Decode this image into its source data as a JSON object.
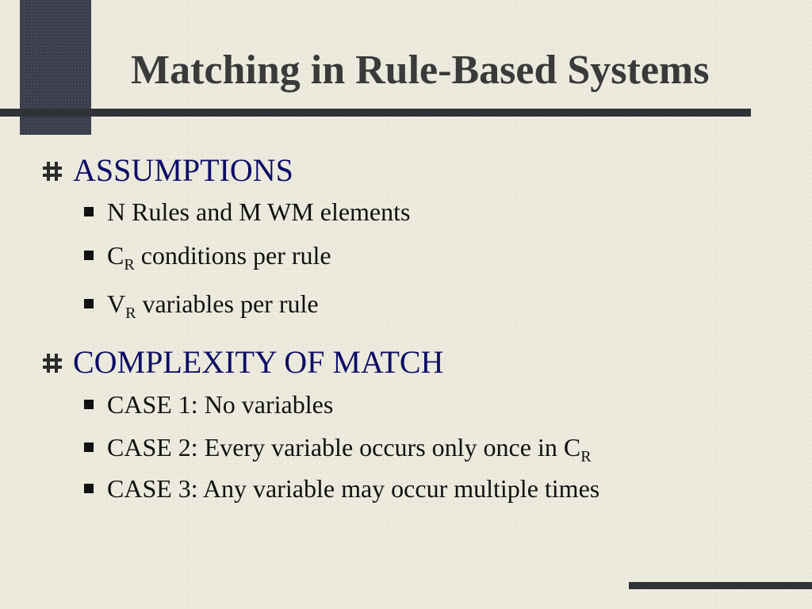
{
  "slide": {
    "title": "Matching in Rule-Based Systems",
    "sections": [
      {
        "heading": "ASSUMPTIONS",
        "items": [
          {
            "text": "N Rules and M WM elements",
            "sub": "",
            "after": ""
          },
          {
            "text": "C",
            "sub": "R",
            "after": " conditions per rule"
          },
          {
            "text": "V",
            "sub": "R",
            "after": " variables per rule"
          }
        ]
      },
      {
        "heading": "COMPLEXITY OF MATCH",
        "items": [
          {
            "text": "CASE 1: No variables",
            "sub": "",
            "after": ""
          },
          {
            "text": "CASE 2: Every variable occurs only once in C",
            "sub": "R",
            "after": ""
          },
          {
            "text": "CASE 3: Any variable may occur multiple times",
            "sub": "",
            "after": ""
          }
        ]
      }
    ],
    "icons": {
      "section_bullet": "hash-bullet-icon",
      "item_bullet": "square-bullet-icon"
    },
    "colors": {
      "heading": "#0d0d66",
      "title": "#3a3a3a",
      "accent_block": "#3a3d4d",
      "rule": "#2f3236",
      "background": "#ebeadd"
    }
  }
}
